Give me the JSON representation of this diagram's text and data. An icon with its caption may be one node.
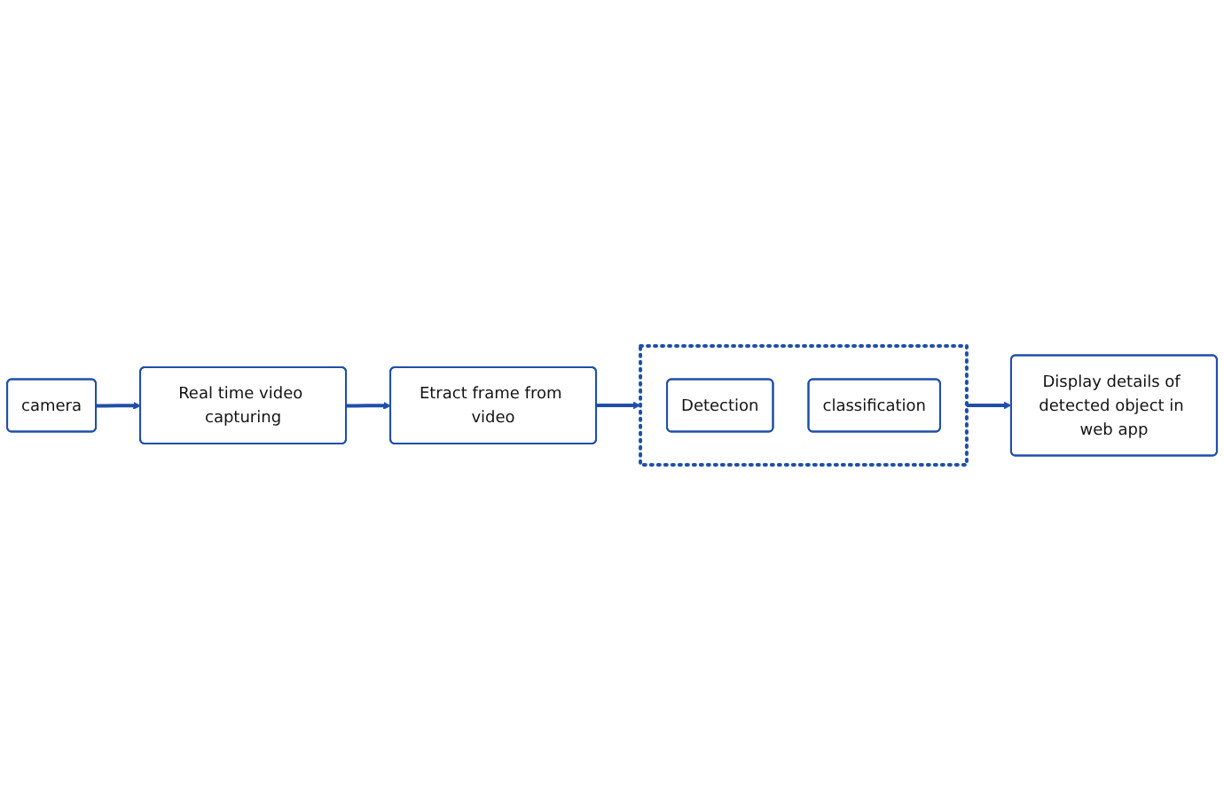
{
  "diagram": {
    "nodes": [
      {
        "text": [
          "camera"
        ]
      },
      {
        "text": [
          "Real time video capturing"
        ]
      },
      {
        "text": [
          "Etract frame from video"
        ]
      },
      {
        "text": [],
        "shape": "box"
      },
      {
        "text": [
          "Detection"
        ],
        "in": 3
      },
      {
        "text": [
          "classification"
        ],
        "in": 3
      },
      {
        "text": [
          "Display details of detected object in web app"
        ]
      }
    ],
    "edges": [
      {
        "from": 0,
        "to": 1,
        "arrow": "to"
      },
      {
        "from": 1,
        "to": 2,
        "arrow": "to"
      },
      {
        "from": 2,
        "to": 3,
        "arrow": "to"
      },
      {
        "from": 3,
        "to": 6,
        "arrow": "to"
      }
    ]
  }
}
